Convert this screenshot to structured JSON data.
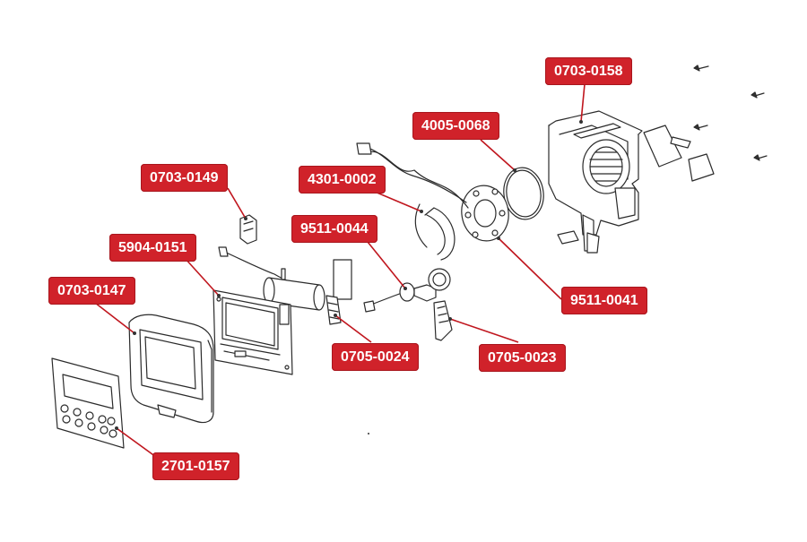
{
  "diagram": {
    "type": "exploded-parts-diagram",
    "leader_color": "#c0161e",
    "tag_color": "#d0222a",
    "tag_text_color": "#ffffff",
    "line_color": "#2b2b2b",
    "parts": [
      {
        "id": "p1",
        "number": "0703-0158",
        "depicts": "rear-housing"
      },
      {
        "id": "p2",
        "number": "4005-0068",
        "depicts": "o-ring"
      },
      {
        "id": "p3",
        "number": "0703-0149",
        "depicts": "small-connector-bracket"
      },
      {
        "id": "p4",
        "number": "4301-0002",
        "depicts": "retaining-ring"
      },
      {
        "id": "p5",
        "number": "9511-0044",
        "depicts": "cable-assembly"
      },
      {
        "id": "p6",
        "number": "5904-0151",
        "depicts": "circuit-board"
      },
      {
        "id": "p7",
        "number": "0703-0147",
        "depicts": "front-bezel"
      },
      {
        "id": "p8",
        "number": "9511-0041",
        "depicts": "speaker-plate"
      },
      {
        "id": "p9",
        "number": "0705-0024",
        "depicts": "left-latch"
      },
      {
        "id": "p10",
        "number": "0705-0023",
        "depicts": "right-latch"
      },
      {
        "id": "p11",
        "number": "2701-0157",
        "depicts": "keypad-overlay"
      }
    ]
  }
}
